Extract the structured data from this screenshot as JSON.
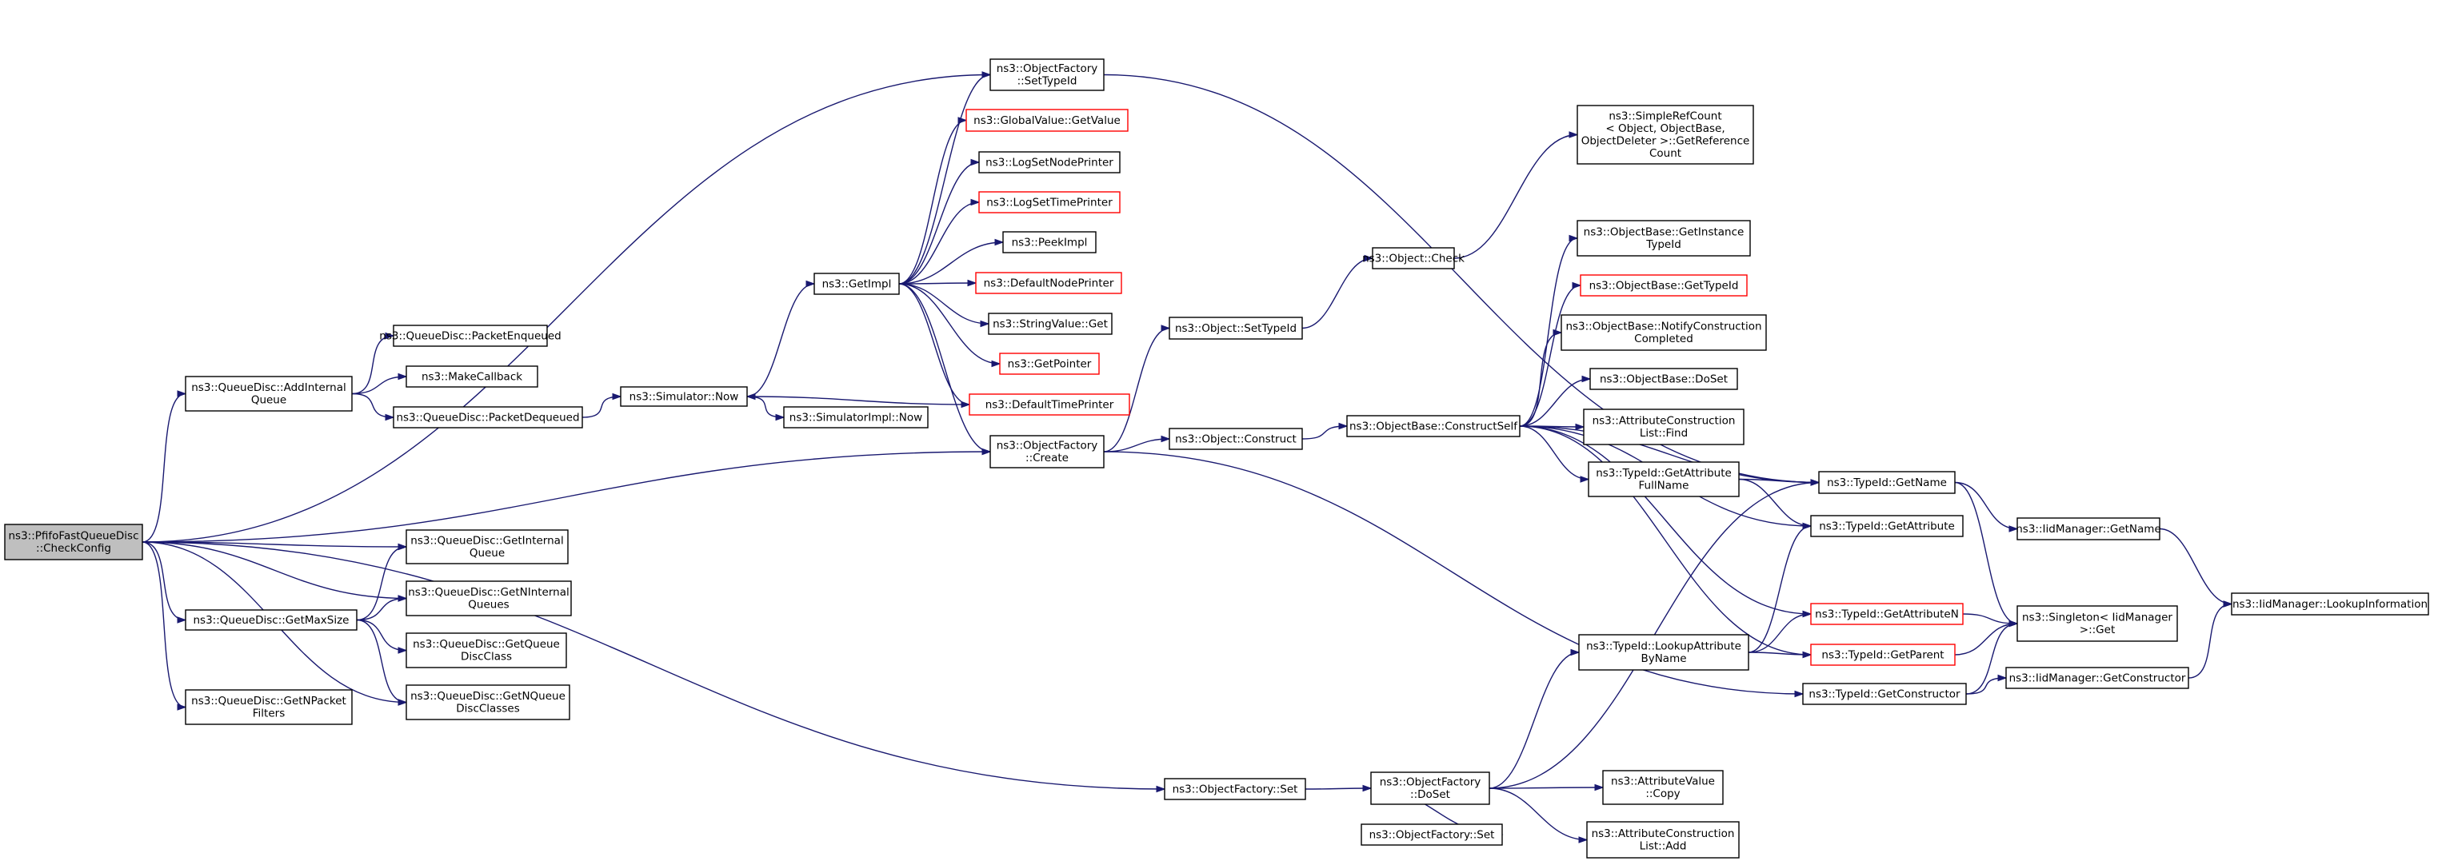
{
  "diagram": {
    "nodes": [
      {
        "id": "root",
        "lines": [
          "ns3::PfifoFastQueueDisc",
          "::CheckConfig"
        ],
        "style": "root"
      },
      {
        "id": "addInternal",
        "lines": [
          "ns3::QueueDisc::AddInternal",
          "Queue"
        ],
        "style": "normal"
      },
      {
        "id": "getMaxSize",
        "lines": [
          "ns3::QueueDisc::GetMaxSize"
        ],
        "style": "normal"
      },
      {
        "id": "getNPacket",
        "lines": [
          "ns3::QueueDisc::GetNPacket",
          "Filters"
        ],
        "style": "normal"
      },
      {
        "id": "pktEnq",
        "lines": [
          "ns3::QueueDisc::PacketEnqueued"
        ],
        "style": "normal"
      },
      {
        "id": "makeCb",
        "lines": [
          "ns3::MakeCallback"
        ],
        "style": "normal"
      },
      {
        "id": "pktDeq",
        "lines": [
          "ns3::QueueDisc::PacketDequeued"
        ],
        "style": "normal"
      },
      {
        "id": "getInternal",
        "lines": [
          "ns3::QueueDisc::GetInternal",
          "Queue"
        ],
        "style": "normal"
      },
      {
        "id": "getNInternal",
        "lines": [
          "ns3::QueueDisc::GetNInternal",
          "Queues"
        ],
        "style": "normal"
      },
      {
        "id": "getQueueDisc",
        "lines": [
          "ns3::QueueDisc::GetQueue",
          "DiscClass"
        ],
        "style": "normal"
      },
      {
        "id": "getNQueueDisc",
        "lines": [
          "ns3::QueueDisc::GetNQueue",
          "DiscClasses"
        ],
        "style": "normal"
      },
      {
        "id": "simNow",
        "lines": [
          "ns3::Simulator::Now"
        ],
        "style": "normal"
      },
      {
        "id": "simImplNow",
        "lines": [
          "ns3::SimulatorImpl::Now"
        ],
        "style": "normal"
      },
      {
        "id": "getImpl",
        "lines": [
          "ns3::GetImpl"
        ],
        "style": "normal"
      },
      {
        "id": "ofSetTypeId",
        "lines": [
          "ns3::ObjectFactory",
          "::SetTypeId"
        ],
        "style": "normal"
      },
      {
        "id": "gvGetValue",
        "lines": [
          "ns3::GlobalValue::GetValue"
        ],
        "style": "red"
      },
      {
        "id": "logNode",
        "lines": [
          "ns3::LogSetNodePrinter"
        ],
        "style": "normal"
      },
      {
        "id": "logTime",
        "lines": [
          "ns3::LogSetTimePrinter"
        ],
        "style": "red"
      },
      {
        "id": "peekImpl",
        "lines": [
          "ns3::PeekImpl"
        ],
        "style": "normal"
      },
      {
        "id": "defNode",
        "lines": [
          "ns3::DefaultNodePrinter"
        ],
        "style": "red"
      },
      {
        "id": "strGet",
        "lines": [
          "ns3::StringValue::Get"
        ],
        "style": "normal"
      },
      {
        "id": "getPtr",
        "lines": [
          "ns3::GetPointer"
        ],
        "style": "red"
      },
      {
        "id": "defTime",
        "lines": [
          "ns3::DefaultTimePrinter"
        ],
        "style": "red"
      },
      {
        "id": "ofCreate",
        "lines": [
          "ns3::ObjectFactory",
          "::Create"
        ],
        "style": "normal"
      },
      {
        "id": "objGetTypeId",
        "lines": [
          "ns3::Object::SetTypeId"
        ],
        "style": "normal"
      },
      {
        "id": "objConstruct",
        "lines": [
          "ns3::Object::Construct"
        ],
        "style": "normal"
      },
      {
        "id": "objCheck",
        "lines": [
          "ns3::Object::Check"
        ],
        "style": "normal"
      },
      {
        "id": "simpleRef",
        "lines": [
          "ns3::SimpleRefCount",
          "< Object, ObjectBase,",
          "ObjectDeleter >::GetReference",
          "Count"
        ],
        "style": "normal"
      },
      {
        "id": "obConstructSelf",
        "lines": [
          "ns3::ObjectBase::ConstructSelf"
        ],
        "style": "normal"
      },
      {
        "id": "obGetInstance",
        "lines": [
          "ns3::ObjectBase::GetInstance",
          "TypeId"
        ],
        "style": "normal"
      },
      {
        "id": "obGetTypeId",
        "lines": [
          "ns3::ObjectBase::GetTypeId"
        ],
        "style": "red"
      },
      {
        "id": "obNotify",
        "lines": [
          "ns3::ObjectBase::NotifyConstruction",
          "Completed"
        ],
        "style": "normal"
      },
      {
        "id": "obDoSet",
        "lines": [
          "ns3::ObjectBase::DoSet"
        ],
        "style": "normal"
      },
      {
        "id": "acFind",
        "lines": [
          "ns3::AttributeConstruction",
          "List::Find"
        ],
        "style": "normal"
      },
      {
        "id": "tidGetAttrFull",
        "lines": [
          "ns3::TypeId::GetAttribute",
          "FullName"
        ],
        "style": "normal"
      },
      {
        "id": "tidGetName",
        "lines": [
          "ns3::TypeId::GetName"
        ],
        "style": "normal"
      },
      {
        "id": "tidGetAttr",
        "lines": [
          "ns3::TypeId::GetAttribute"
        ],
        "style": "normal"
      },
      {
        "id": "tidGetAttrN",
        "lines": [
          "ns3::TypeId::GetAttributeN"
        ],
        "style": "red"
      },
      {
        "id": "tidLookup",
        "lines": [
          "ns3::TypeId::LookupAttribute",
          "ByName"
        ],
        "style": "normal"
      },
      {
        "id": "tidGetParent",
        "lines": [
          "ns3::TypeId::GetParent"
        ],
        "style": "red"
      },
      {
        "id": "tidGetCtor",
        "lines": [
          "ns3::TypeId::GetConstructor"
        ],
        "style": "normal"
      },
      {
        "id": "iidGetName",
        "lines": [
          "ns3::IidManager::GetName"
        ],
        "style": "normal"
      },
      {
        "id": "singleton",
        "lines": [
          "ns3::Singleton< IidManager",
          ">::Get"
        ],
        "style": "normal"
      },
      {
        "id": "iidGetCtor",
        "lines": [
          "ns3::IidManager::GetConstructor"
        ],
        "style": "normal"
      },
      {
        "id": "iidLookup",
        "lines": [
          "ns3::IidManager::LookupInformation"
        ],
        "style": "normal"
      },
      {
        "id": "ofSet",
        "lines": [
          "ns3::ObjectFactory::Set"
        ],
        "style": "normal"
      },
      {
        "id": "ofDoSet",
        "lines": [
          "ns3::ObjectFactory",
          "::DoSet"
        ],
        "style": "normal"
      },
      {
        "id": "ofSet2",
        "lines": [
          "ns3::ObjectFactory::Set"
        ],
        "style": "normal"
      },
      {
        "id": "avCopy",
        "lines": [
          "ns3::AttributeValue",
          "::Copy"
        ],
        "style": "normal"
      },
      {
        "id": "acAdd",
        "lines": [
          "ns3::AttributeConstruction",
          "List::Add"
        ],
        "style": "normal"
      }
    ],
    "edges": [
      [
        "root",
        "ofSetTypeId"
      ],
      [
        "root",
        "addInternal"
      ],
      [
        "root",
        "ofCreate"
      ],
      [
        "root",
        "ofSet"
      ],
      [
        "root",
        "getInternal"
      ],
      [
        "root",
        "getNInternal"
      ],
      [
        "root",
        "getMaxSize"
      ],
      [
        "root",
        "getNQueueDisc"
      ],
      [
        "root",
        "getNPacket"
      ],
      [
        "addInternal",
        "pktEnq"
      ],
      [
        "addInternal",
        "makeCb"
      ],
      [
        "addInternal",
        "pktDeq"
      ],
      [
        "pktDeq",
        "simNow"
      ],
      [
        "simNow",
        "getImpl"
      ],
      [
        "simNow",
        "simImplNow"
      ],
      [
        "getImpl",
        "ofSetTypeId"
      ],
      [
        "getImpl",
        "gvGetValue"
      ],
      [
        "getImpl",
        "logNode"
      ],
      [
        "getImpl",
        "logTime"
      ],
      [
        "getImpl",
        "peekImpl"
      ],
      [
        "getImpl",
        "defNode"
      ],
      [
        "getImpl",
        "strGet"
      ],
      [
        "getImpl",
        "getPtr"
      ],
      [
        "getImpl",
        "defTime"
      ],
      [
        "getImpl",
        "ofCreate"
      ],
      [
        "defTime",
        "simNow"
      ],
      [
        "getMaxSize",
        "getInternal"
      ],
      [
        "getMaxSize",
        "getNInternal"
      ],
      [
        "getMaxSize",
        "getQueueDisc"
      ],
      [
        "getMaxSize",
        "getNQueueDisc"
      ],
      [
        "ofSetTypeId",
        "tidGetName"
      ],
      [
        "ofCreate",
        "objGetTypeId"
      ],
      [
        "ofCreate",
        "objConstruct"
      ],
      [
        "ofCreate",
        "tidGetCtor"
      ],
      [
        "objGetTypeId",
        "objCheck"
      ],
      [
        "objCheck",
        "simpleRef"
      ],
      [
        "objConstruct",
        "obConstructSelf"
      ],
      [
        "obConstructSelf",
        "tidGetName"
      ],
      [
        "obConstructSelf",
        "obGetInstance"
      ],
      [
        "obConstructSelf",
        "obGetTypeId"
      ],
      [
        "obConstructSelf",
        "obNotify"
      ],
      [
        "obConstructSelf",
        "obDoSet"
      ],
      [
        "obConstructSelf",
        "acFind"
      ],
      [
        "obConstructSelf",
        "tidGetAttrFull"
      ],
      [
        "obConstructSelf",
        "tidGetAttr"
      ],
      [
        "obConstructSelf",
        "tidGetAttrN"
      ],
      [
        "obConstructSelf",
        "tidGetParent"
      ],
      [
        "tidGetAttrFull",
        "tidGetName"
      ],
      [
        "tidGetAttrFull",
        "tidGetAttr"
      ],
      [
        "tidGetName",
        "iidGetName"
      ],
      [
        "tidGetName",
        "singleton"
      ],
      [
        "iidGetName",
        "iidLookup"
      ],
      [
        "tidGetAttrN",
        "singleton"
      ],
      [
        "tidGetParent",
        "singleton"
      ],
      [
        "tidGetCtor",
        "singleton"
      ],
      [
        "tidGetCtor",
        "iidGetCtor"
      ],
      [
        "iidGetCtor",
        "iidLookup"
      ],
      [
        "tidLookup",
        "tidGetAttr"
      ],
      [
        "tidLookup",
        "tidGetAttrN"
      ],
      [
        "tidLookup",
        "tidGetParent"
      ],
      [
        "ofSet",
        "ofDoSet"
      ],
      [
        "ofDoSet",
        "ofSet2"
      ],
      [
        "ofDoSet",
        "tidLookup"
      ],
      [
        "ofDoSet",
        "tidGetName"
      ],
      [
        "ofDoSet",
        "avCopy"
      ],
      [
        "ofDoSet",
        "acAdd"
      ]
    ]
  }
}
